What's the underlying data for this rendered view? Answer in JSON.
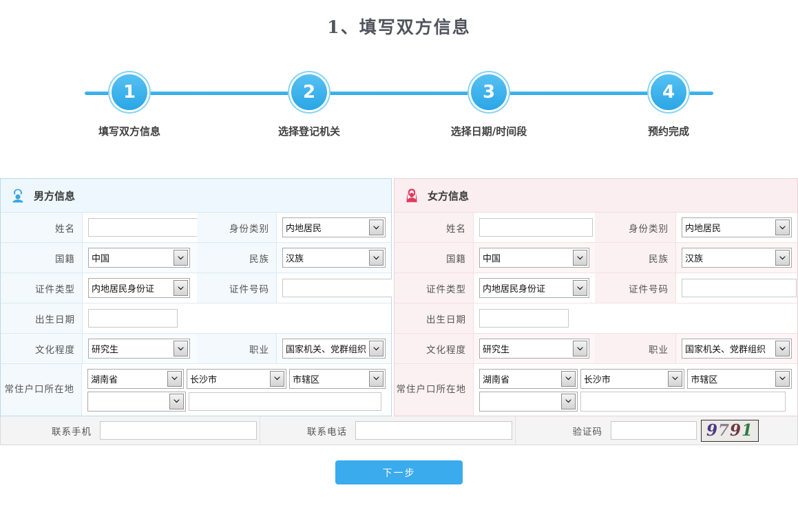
{
  "page": {
    "title": "1、填写双方信息"
  },
  "stepper": {
    "steps": [
      {
        "num": "1",
        "label": "填写双方信息"
      },
      {
        "num": "2",
        "label": "选择登记机关"
      },
      {
        "num": "3",
        "label": "选择日期/时间段"
      },
      {
        "num": "4",
        "label": "预约完成"
      }
    ],
    "active_index": 0,
    "accent_color": "#2aa6e6"
  },
  "male": {
    "panel_title": "男方信息",
    "avatar_icon": "male-avatar-icon",
    "accent_color": "#3aa7e0",
    "labels": {
      "name": "姓名",
      "identity_type": "身份类别",
      "nationality": "国籍",
      "ethnicity": "民族",
      "doc_type": "证件类型",
      "doc_number": "证件号码",
      "birth_date": "出生日期",
      "education": "文化程度",
      "occupation": "职业",
      "residence": "常住户口所在地"
    },
    "values": {
      "name": "",
      "identity_type": "内地居民",
      "nationality": "中国",
      "ethnicity": "汉族",
      "doc_type": "内地居民身份证",
      "doc_number": "",
      "birth_date": "",
      "education": "研究生",
      "occupation": "国家机关、党群组织",
      "residence_province": "湖南省",
      "residence_city": "长沙市",
      "residence_district": "市辖区",
      "residence_town": "",
      "residence_detail": ""
    }
  },
  "female": {
    "panel_title": "女方信息",
    "avatar_icon": "female-avatar-icon",
    "accent_color": "#e0395c",
    "labels": {
      "name": "姓名",
      "identity_type": "身份类别",
      "nationality": "国籍",
      "ethnicity": "民族",
      "doc_type": "证件类型",
      "doc_number": "证件号码",
      "birth_date": "出生日期",
      "education": "文化程度",
      "occupation": "职业",
      "residence": "常住户口所在地"
    },
    "values": {
      "name": "",
      "identity_type": "内地居民",
      "nationality": "中国",
      "ethnicity": "汉族",
      "doc_type": "内地居民身份证",
      "doc_number": "",
      "birth_date": "",
      "education": "研究生",
      "occupation": "国家机关、党群组织",
      "residence_province": "湖南省",
      "residence_city": "长沙市",
      "residence_district": "市辖区",
      "residence_town": "",
      "residence_detail": ""
    }
  },
  "contact": {
    "mobile_label": "联系手机",
    "mobile_value": "",
    "phone_label": "联系电话",
    "phone_value": "",
    "captcha_label": "验证码",
    "captcha_value": "",
    "captcha_image_digits": [
      {
        "char": "9",
        "color": "#4b3a86"
      },
      {
        "char": "7",
        "color": "#8b7f97"
      },
      {
        "char": "9",
        "color": "#6b3a42"
      },
      {
        "char": "1",
        "color": "#2f7a43"
      }
    ],
    "captcha_image_text": "9791"
  },
  "footer": {
    "next_label": "下一步",
    "next_color": "#3aabed"
  }
}
